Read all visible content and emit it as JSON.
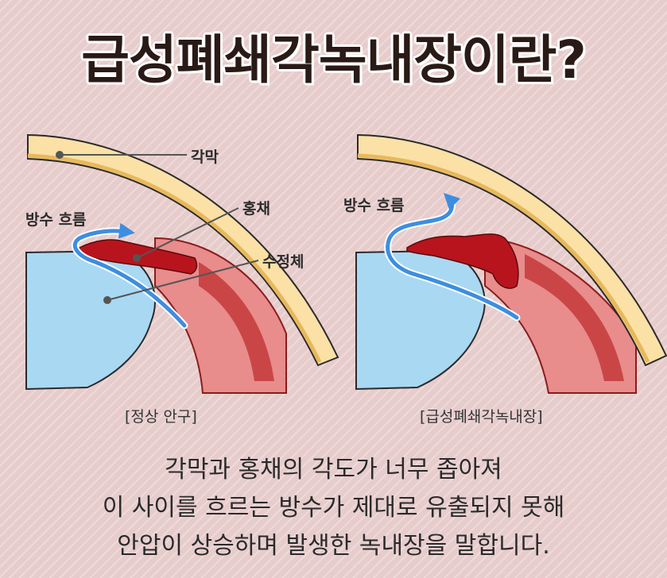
{
  "title": "급성폐쇄각녹내장이란?",
  "left_panel": {
    "caption": "[정상 안구]",
    "labels": {
      "cornea": "각막",
      "iris": "홍채",
      "lens": "수정체",
      "aqueous_flow": "방수 흐름"
    }
  },
  "right_panel": {
    "caption": "[급성폐쇄각녹내장]",
    "labels": {
      "aqueous_flow": "방수 흐름"
    }
  },
  "description": {
    "line1": "각막과 홍채의 각도가 너무 좁아져",
    "line2": "이 사이를 흐르는 방수가 제대로 유출되지 못해",
    "line3": "안압이 상승하며 발생한 녹내장을 말합니다."
  },
  "colors": {
    "background": "#e7cccc",
    "cornea": "#fbe1a6",
    "cornea_edge": "#e8b85c",
    "lens": "#a9d8f3",
    "iris": "#b8141e",
    "ciliary": "#e88c8c",
    "flow_arrow": "#3d8ee0"
  }
}
